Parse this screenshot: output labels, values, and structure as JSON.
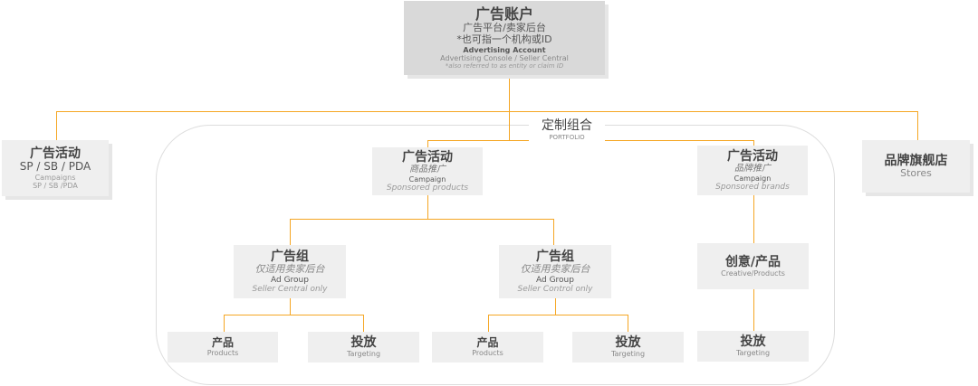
{
  "account": {
    "title": "广告账户",
    "line1": "广告平台/卖家后台",
    "line2": "*也可指一个机构或ID",
    "en": "Advertising Account",
    "en2": "Advertising Console / Seller Central",
    "en3": "*also referred to as entity or claim ID"
  },
  "portfolio": {
    "title": "定制组合",
    "en": "PORTFOLIO"
  },
  "campaign_left": {
    "title": "广告活动",
    "sub": "SP / SB / PDA",
    "en": "Campaigns",
    "en2": "SP / SB /PDA"
  },
  "stores": {
    "title": "品牌旗舰店",
    "en": "Stores"
  },
  "campaign_sp": {
    "title": "广告活动",
    "sub": "商品推广",
    "en": "Campaign",
    "en2": "Sponsored products"
  },
  "campaign_sb": {
    "title": "广告活动",
    "sub": "品牌推广",
    "en": "Campaign",
    "en2": "Sponsored brands"
  },
  "adgroup1": {
    "title": "广告组",
    "sub": "仅适用卖家后台",
    "en": "Ad Group",
    "en2": "Seller Central only"
  },
  "adgroup2": {
    "title": "广告组",
    "sub": "仅适用卖家后台",
    "en": "Ad Group",
    "en2": "Seller Control only"
  },
  "creative": {
    "title": "创意/产品",
    "en": "Creative/Products"
  },
  "leaves": [
    {
      "title": "产品",
      "en": "Products"
    },
    {
      "title": "投放",
      "en": "Targeting"
    },
    {
      "title": "产品",
      "en": "Products"
    },
    {
      "title": "投放",
      "en": "Targeting"
    },
    {
      "title": "投放",
      "en": "Targeting"
    }
  ],
  "colors": {
    "line": "#f5a623",
    "box": "#efefef"
  }
}
